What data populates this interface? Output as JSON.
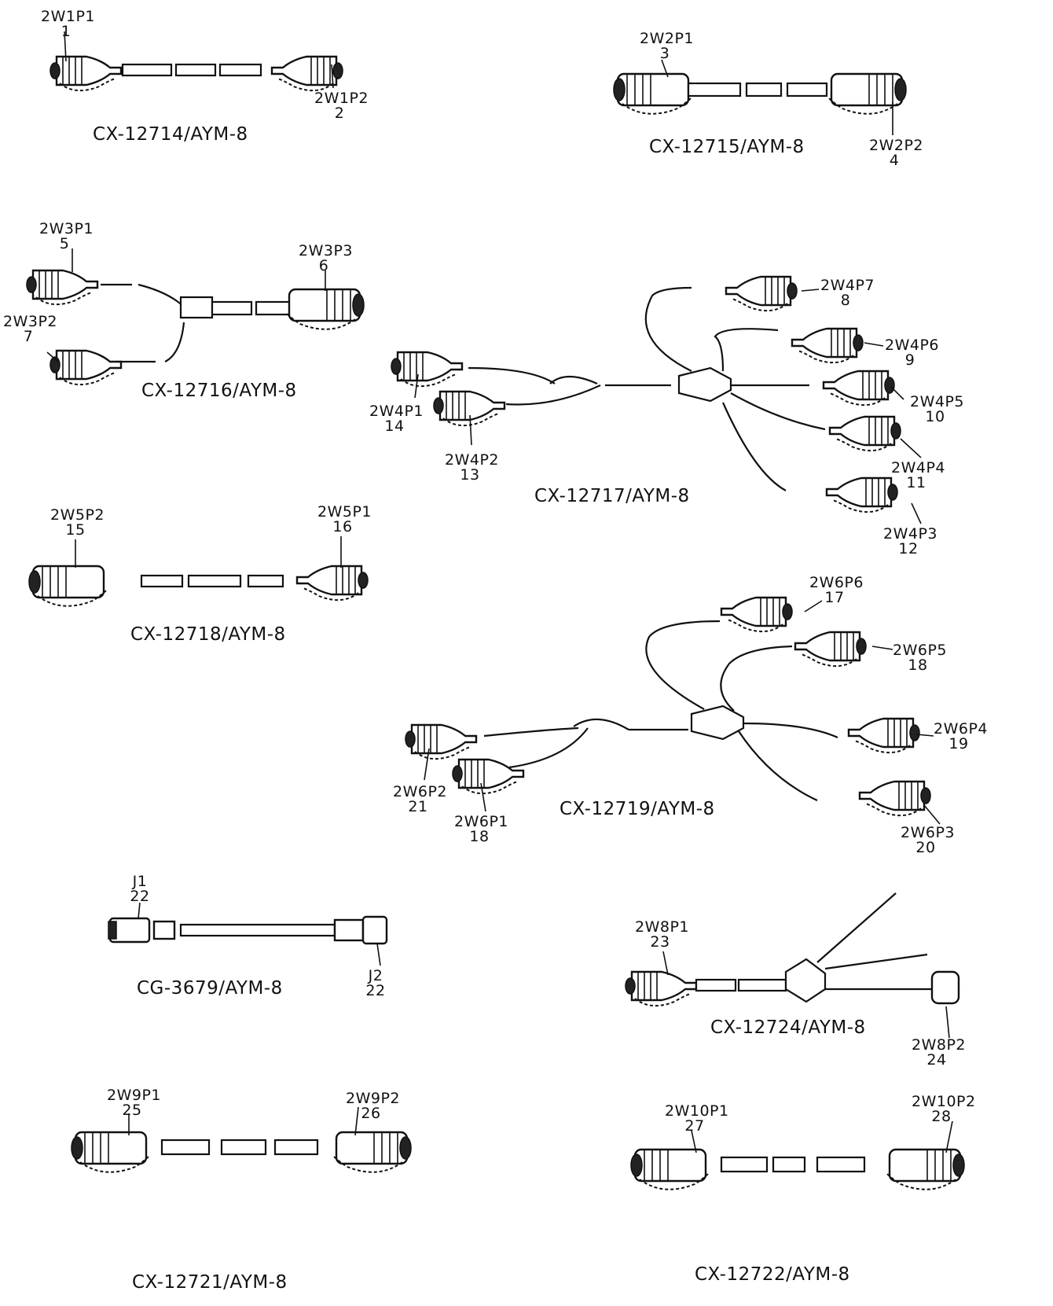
{
  "assemblies": [
    {
      "id": "cx12714",
      "caption": "CX-12714/AYM-8",
      "labels": [
        {
          "ref": "2W1P1",
          "num": "1"
        },
        {
          "ref": "2W1P2",
          "num": "2"
        }
      ]
    },
    {
      "id": "cx12715",
      "caption": "CX-12715/AYM-8",
      "labels": [
        {
          "ref": "2W2P1",
          "num": "3"
        },
        {
          "ref": "2W2P2",
          "num": "4"
        }
      ]
    },
    {
      "id": "cx12716",
      "caption": "CX-12716/AYM-8",
      "labels": [
        {
          "ref": "2W3P1",
          "num": "5"
        },
        {
          "ref": "2W3P3",
          "num": "6"
        },
        {
          "ref": "2W3P2",
          "num": "7"
        }
      ]
    },
    {
      "id": "cx12717",
      "caption": "CX-12717/AYM-8",
      "labels": [
        {
          "ref": "2W4P7",
          "num": "8"
        },
        {
          "ref": "2W4P6",
          "num": "9"
        },
        {
          "ref": "2W4P5",
          "num": "10"
        },
        {
          "ref": "2W4P4",
          "num": "11"
        },
        {
          "ref": "2W4P3",
          "num": "12"
        },
        {
          "ref": "2W4P2",
          "num": "13"
        },
        {
          "ref": "2W4P1",
          "num": "14"
        }
      ]
    },
    {
      "id": "cx12718",
      "caption": "CX-12718/AYM-8",
      "labels": [
        {
          "ref": "2W5P2",
          "num": "15"
        },
        {
          "ref": "2W5P1",
          "num": "16"
        }
      ]
    },
    {
      "id": "cx12719",
      "caption": "CX-12719/AYM-8",
      "labels": [
        {
          "ref": "2W6P6",
          "num": "17"
        },
        {
          "ref": "2W6P5",
          "num": "18"
        },
        {
          "ref": "2W6P4",
          "num": "19"
        },
        {
          "ref": "2W6P3",
          "num": "20"
        },
        {
          "ref": "2W6P2",
          "num": "21"
        },
        {
          "ref": "2W6P1",
          "num": "18"
        }
      ]
    },
    {
      "id": "cg3679",
      "caption": "CG-3679/AYM-8",
      "labels": [
        {
          "ref": "J1",
          "num": "22"
        },
        {
          "ref": "J2",
          "num": "22"
        }
      ]
    },
    {
      "id": "cx12724",
      "caption": "CX-12724/AYM-8",
      "labels": [
        {
          "ref": "2W8P1",
          "num": "23"
        },
        {
          "ref": "2W8P2",
          "num": "24"
        }
      ]
    },
    {
      "id": "cx12721",
      "caption": "CX-12721/AYM-8",
      "labels": [
        {
          "ref": "2W9P1",
          "num": "25"
        },
        {
          "ref": "2W9P2",
          "num": "26"
        }
      ]
    },
    {
      "id": "cx12722",
      "caption": "CX-12722/AYM-8",
      "labels": [
        {
          "ref": "2W10P1",
          "num": "27"
        },
        {
          "ref": "2W10P2",
          "num": "28"
        }
      ]
    }
  ]
}
